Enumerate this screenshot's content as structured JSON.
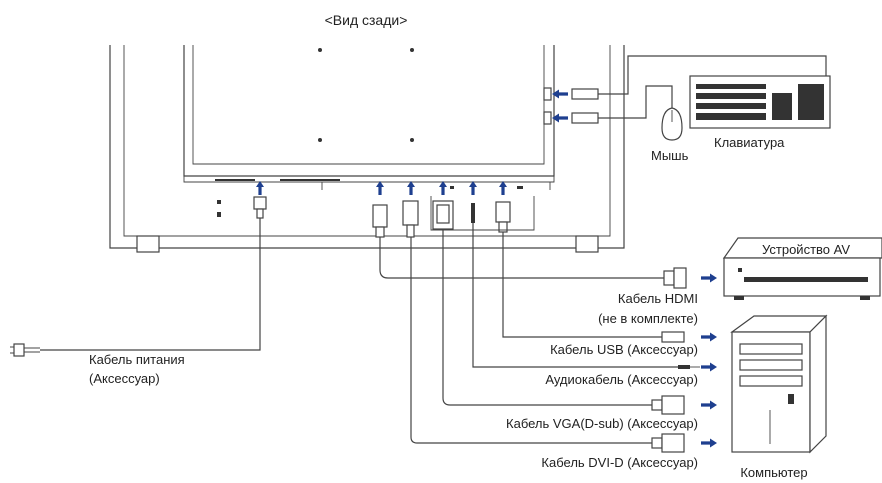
{
  "title": "<Вид сзади>",
  "labels": {
    "keyboard": "Клавиатура",
    "mouse": "Мышь",
    "av_device": "Устройство AV",
    "hdmi_line1": "Кабель HDMI",
    "hdmi_line2": "(не в комплекте)",
    "usb": "Кабель USB (Аксессуар)",
    "audio": "Аудиокабель (Аксессуар)",
    "vga": "Кабель VGA(D-sub) (Аксессуар)",
    "dvi": "Кабель DVI-D (Аксессуар)",
    "computer": "Компьютер",
    "power_line1": "Кабель питания",
    "power_line2": "(Аксессуар)"
  },
  "colors": {
    "arrow": "#1e3f8f",
    "line": "#444444"
  },
  "icons": [
    "usb-symbol-icon",
    "lock-icon",
    "audio-port-icon"
  ]
}
